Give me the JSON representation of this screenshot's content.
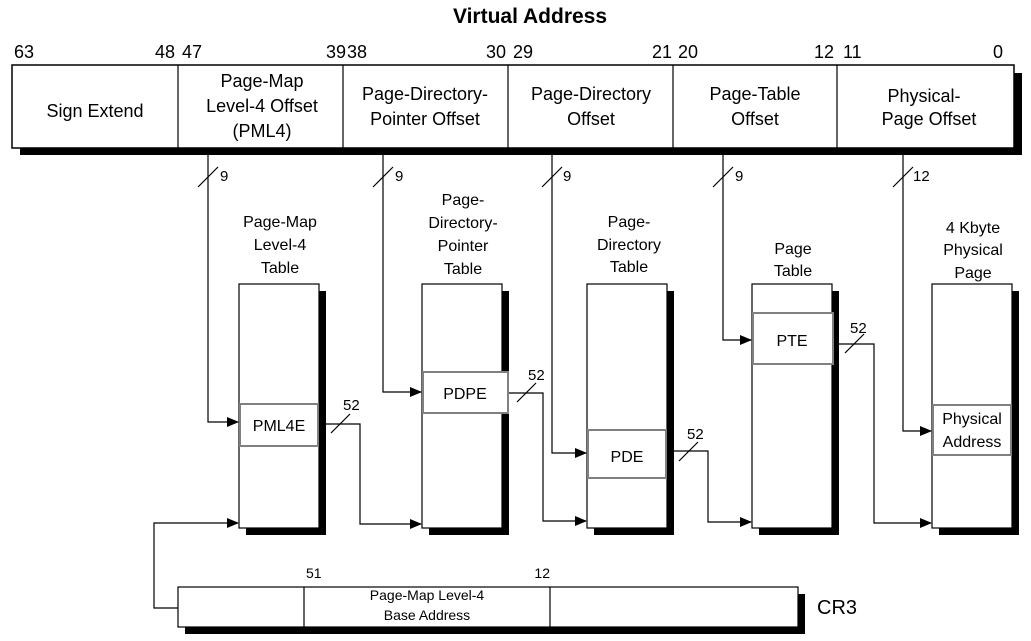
{
  "title": "Virtual Address",
  "bits": [
    "63",
    "48",
    "47",
    "39",
    "38",
    "30",
    "29",
    "21",
    "20",
    "12",
    "11",
    "0"
  ],
  "fields": {
    "sign_extend": [
      "Sign Extend"
    ],
    "pml4_offset": [
      "Page-Map",
      "Level-4 Offset",
      "(PML4)"
    ],
    "pdp_offset": [
      "Page-Directory-",
      "Pointer Offset"
    ],
    "pd_offset": [
      "Page-Directory",
      "Offset"
    ],
    "pt_offset": [
      "Page-Table",
      "Offset"
    ],
    "page_offset": [
      "Physical-",
      "Page Offset"
    ]
  },
  "index_widths": [
    "9",
    "9",
    "9",
    "9",
    "12"
  ],
  "tables": {
    "pml4": [
      "Page-Map",
      "Level-4",
      "Table"
    ],
    "pdp": [
      "Page-",
      "Directory-",
      "Pointer",
      "Table"
    ],
    "pd": [
      "Page-",
      "Directory",
      "Table"
    ],
    "pt": [
      "Page",
      "Table"
    ],
    "page": [
      "4 Kbyte",
      "Physical",
      "Page"
    ]
  },
  "entries": {
    "pml4e": "PML4E",
    "pdpe": "PDPE",
    "pde": "PDE",
    "pte": "PTE",
    "phys_addr": [
      "Physical",
      "Address"
    ]
  },
  "pointer_widths": [
    "52",
    "52",
    "52",
    "52"
  ],
  "cr3": {
    "bit_high": "51",
    "bit_low": "12",
    "field": [
      "Page-Map Level-4",
      "Base Address"
    ],
    "label": "CR3"
  },
  "colors": {
    "line": "#000000",
    "shadow": "#000000",
    "entry_border": "#808080",
    "background": "#ffffff"
  }
}
